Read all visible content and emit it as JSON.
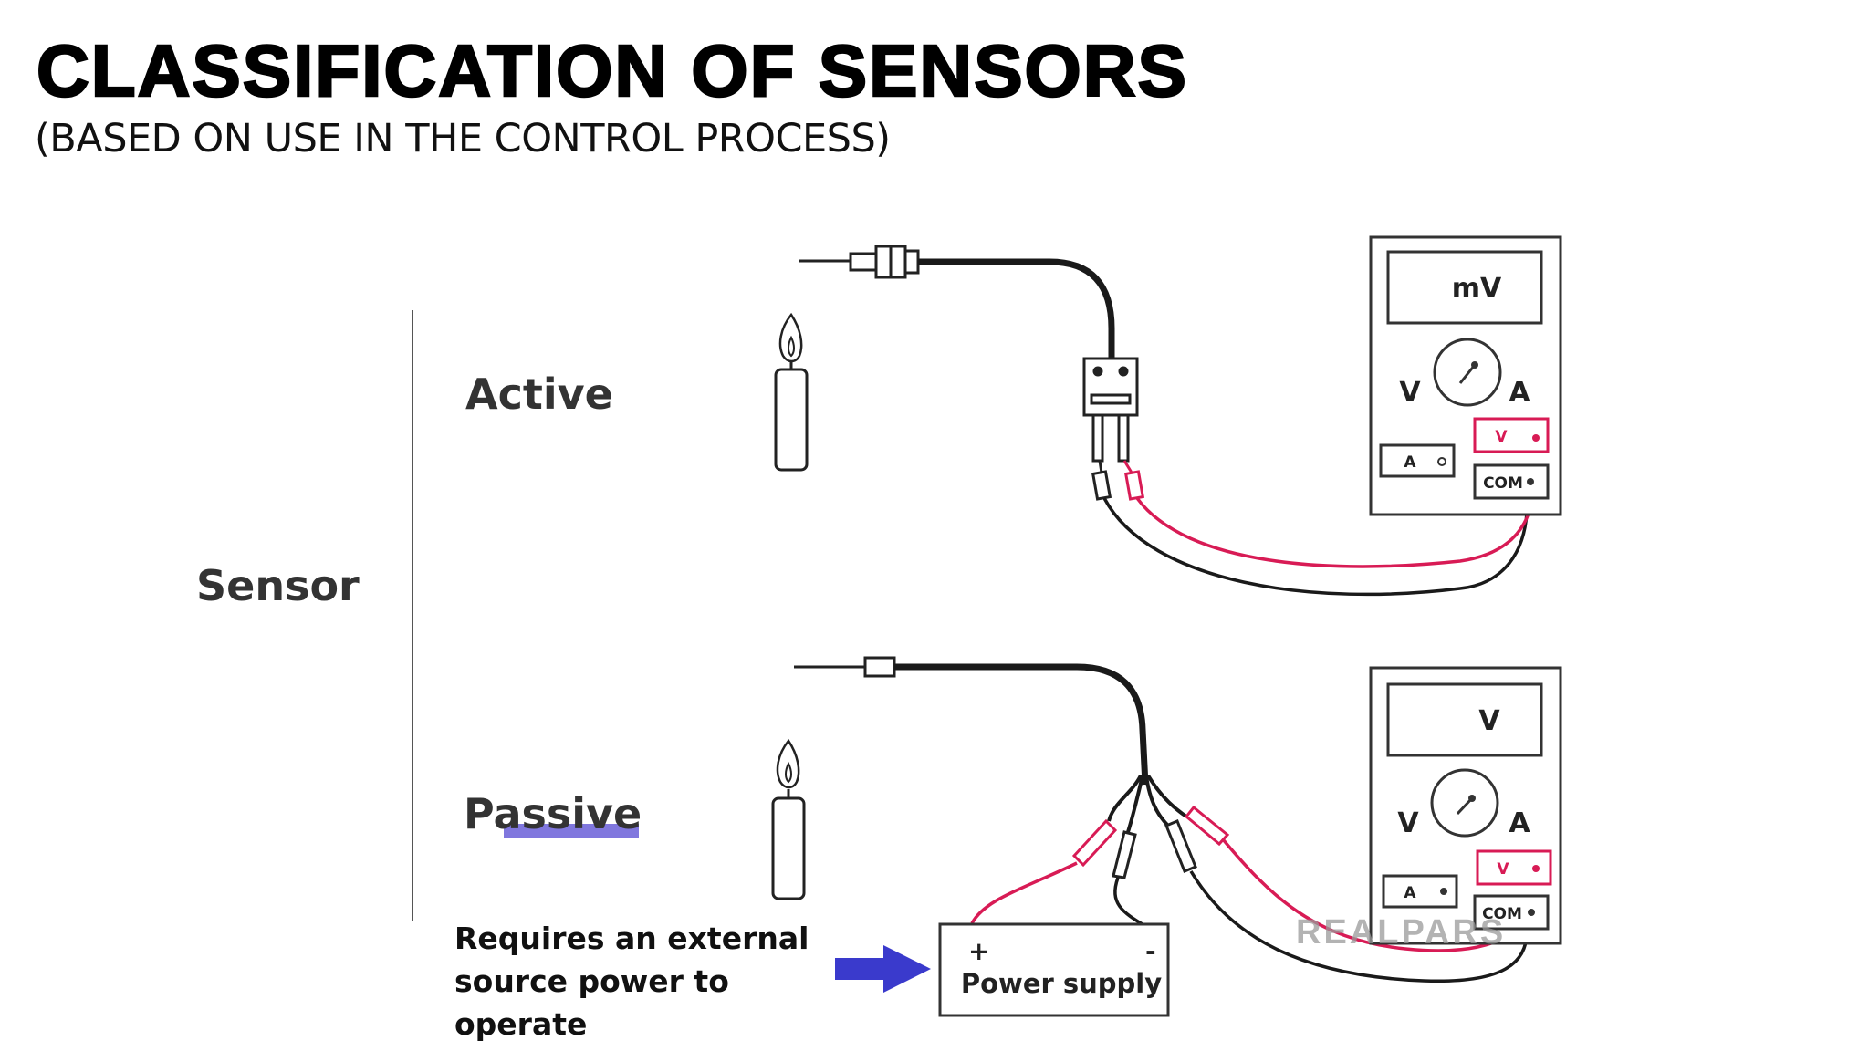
{
  "title": "CLASSIFICATION OF SENSORS",
  "subtitle": "(BASED ON USE IN THE CONTROL PROCESS)",
  "tree": {
    "root": "Sensor",
    "active": "Active",
    "passive": "Passive"
  },
  "note": [
    "Requires an external",
    "source power to",
    "operate"
  ],
  "active_meter": {
    "display": "mV",
    "left_label": "V",
    "right_label": "A",
    "port_a": "A",
    "port_v": "V",
    "port_com": "COM"
  },
  "passive_meter": {
    "display": "V",
    "left_label": "V",
    "right_label": "A",
    "port_a": "A",
    "port_v": "V",
    "port_com": "COM"
  },
  "power_supply": {
    "label": "Power supply",
    "plus": "+",
    "minus": "-"
  },
  "watermark": "REALPARS",
  "colors": {
    "red_wire": "#d81b55",
    "black_wire": "#1a1a1a",
    "arrow": "#3a3acc",
    "highlight": "#6a5fd8"
  }
}
